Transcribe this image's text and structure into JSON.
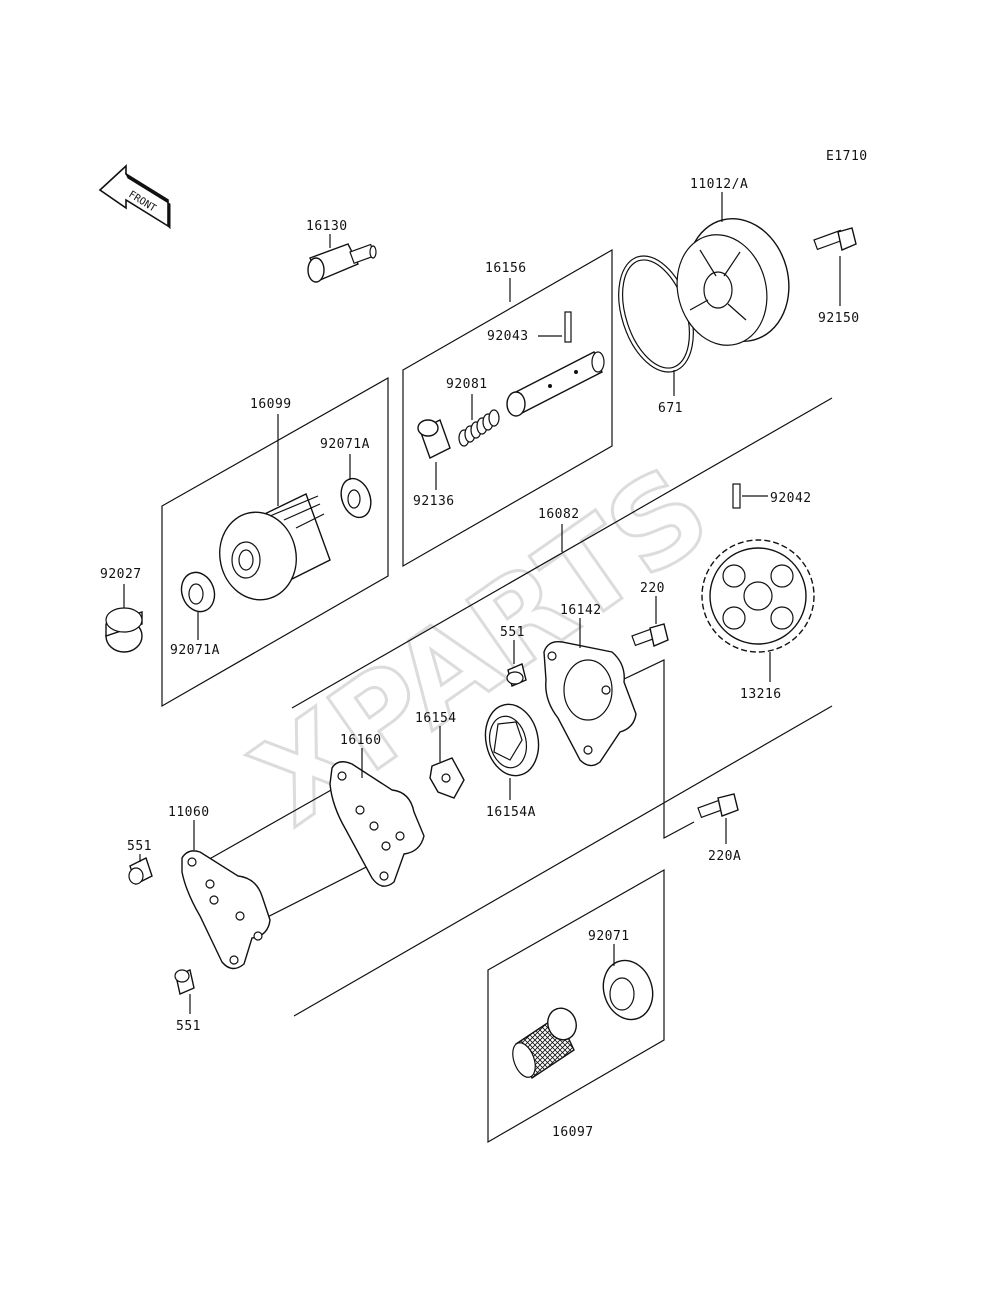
{
  "diagram": {
    "code": "E1710",
    "front_label": "FRONT",
    "watermark": "XPARTS",
    "parts": {
      "p11012A": "11012/A",
      "p92150": "92150",
      "p671": "671",
      "p16130": "16130",
      "p16156": "16156",
      "p92043": "92043",
      "p92081": "92081",
      "p92136": "92136",
      "p16099": "16099",
      "p92071A_top": "92071A",
      "p92071A_bottom": "92071A",
      "p92027": "92027",
      "p16082": "16082",
      "p92042": "92042",
      "p220": "220",
      "p16142": "16142",
      "p551_top": "551",
      "p13216": "13216",
      "p16154": "16154",
      "p16154A": "16154A",
      "p16160": "16160",
      "p11060": "11060",
      "p551_left": "551",
      "p551_bottom": "551",
      "p220A": "220A",
      "p92071": "92071",
      "p16097": "16097"
    }
  }
}
